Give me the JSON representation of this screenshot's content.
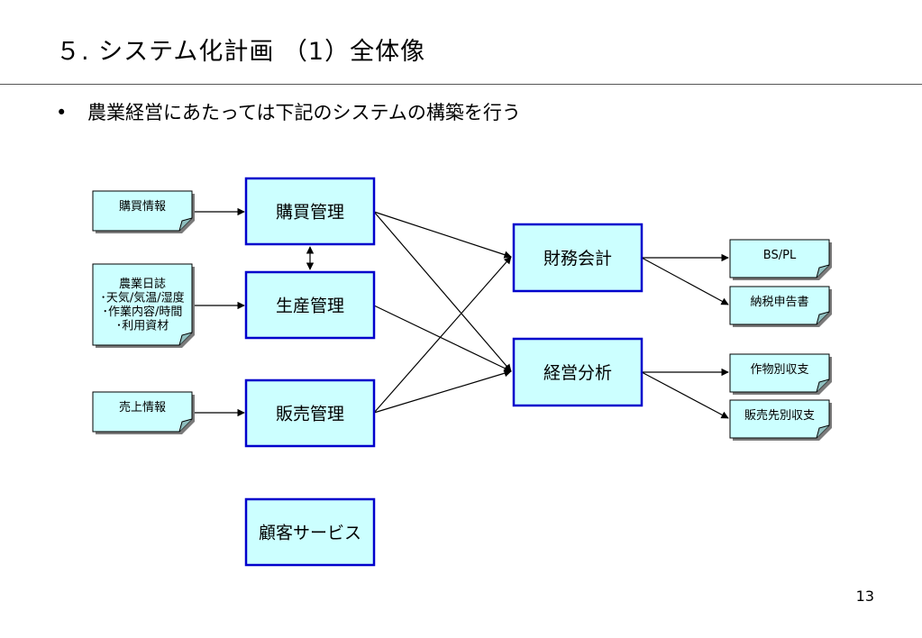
{
  "slide": {
    "title": "５. システム化計画 （1）全体像",
    "bullet_text": "農業経営にあたっては下記のシステムの構築を行う",
    "page_number": "13"
  },
  "colors": {
    "box_fill": "#ccffff",
    "box_border": "#0000cc",
    "doc_fill": "#ccffff",
    "doc_border": "#000000",
    "line": "#000000"
  },
  "diagram": {
    "inputs": [
      {
        "id": "in_purchase",
        "lines": [
          "購買情報"
        ]
      },
      {
        "id": "in_farm",
        "lines": [
          "農業日誌",
          "･天気/気温/湿度",
          "･作業内容/時間",
          "･利用資材"
        ]
      },
      {
        "id": "in_sales",
        "lines": [
          "売上情報"
        ]
      }
    ],
    "systems": [
      {
        "id": "sys_purchase",
        "label": "購買管理"
      },
      {
        "id": "sys_production",
        "label": "生産管理"
      },
      {
        "id": "sys_sales",
        "label": "販売管理"
      },
      {
        "id": "sys_customer",
        "label": "顧客サービス"
      },
      {
        "id": "sys_finance",
        "label": "財務会計"
      },
      {
        "id": "sys_analysis",
        "label": "経営分析"
      }
    ],
    "outputs": [
      {
        "id": "out_bspl",
        "lines": [
          "BS/PL"
        ]
      },
      {
        "id": "out_tax",
        "lines": [
          "納税申告書"
        ]
      },
      {
        "id": "out_crop",
        "lines": [
          "作物別収支"
        ]
      },
      {
        "id": "out_buyer",
        "lines": [
          "販売先別収支"
        ]
      }
    ],
    "edges": [
      {
        "from": "in_purchase",
        "to": "sys_purchase",
        "arrow": "end"
      },
      {
        "from": "in_farm",
        "to": "sys_production",
        "arrow": "end"
      },
      {
        "from": "in_sales",
        "to": "sys_sales",
        "arrow": "end"
      },
      {
        "from": "sys_purchase",
        "to": "sys_production",
        "arrow": "both"
      },
      {
        "from": "sys_purchase",
        "to": "sys_finance",
        "arrow": "end"
      },
      {
        "from": "sys_purchase",
        "to": "sys_analysis",
        "arrow": "end"
      },
      {
        "from": "sys_production",
        "to": "sys_analysis",
        "arrow": "end"
      },
      {
        "from": "sys_sales",
        "to": "sys_finance",
        "arrow": "end"
      },
      {
        "from": "sys_sales",
        "to": "sys_analysis",
        "arrow": "end"
      },
      {
        "from": "sys_finance",
        "to": "out_bspl",
        "arrow": "end"
      },
      {
        "from": "sys_finance",
        "to": "out_tax",
        "arrow": "end"
      },
      {
        "from": "sys_analysis",
        "to": "out_crop",
        "arrow": "end"
      },
      {
        "from": "sys_analysis",
        "to": "out_buyer",
        "arrow": "end"
      }
    ]
  }
}
